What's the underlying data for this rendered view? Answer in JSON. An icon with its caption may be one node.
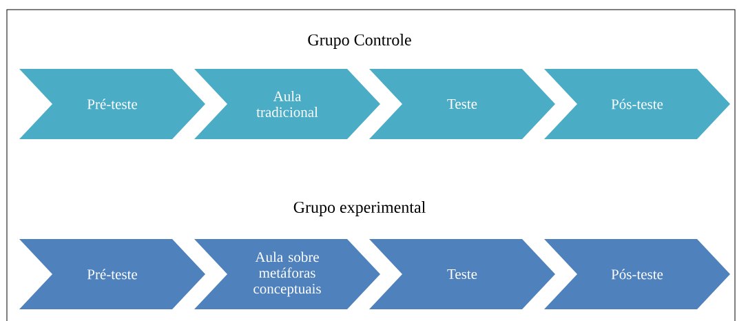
{
  "diagram": {
    "nodes": [
      {
        "text": [
          "Pré-teste"
        ]
      },
      {
        "text": [
          "Aula tradicional"
        ]
      },
      {
        "text": [
          "Teste"
        ]
      },
      {
        "text": [
          "Pós-teste"
        ]
      },
      {
        "text": [
          "Pré-teste"
        ]
      },
      {
        "text": [
          "Aula sobre metáforas conceptuais"
        ]
      },
      {
        "text": [
          "Teste"
        ]
      },
      {
        "text": [
          "Pós-teste"
        ]
      }
    ],
    "labels": [
      "Grupo Controle",
      "Grupo experimental"
    ]
  }
}
